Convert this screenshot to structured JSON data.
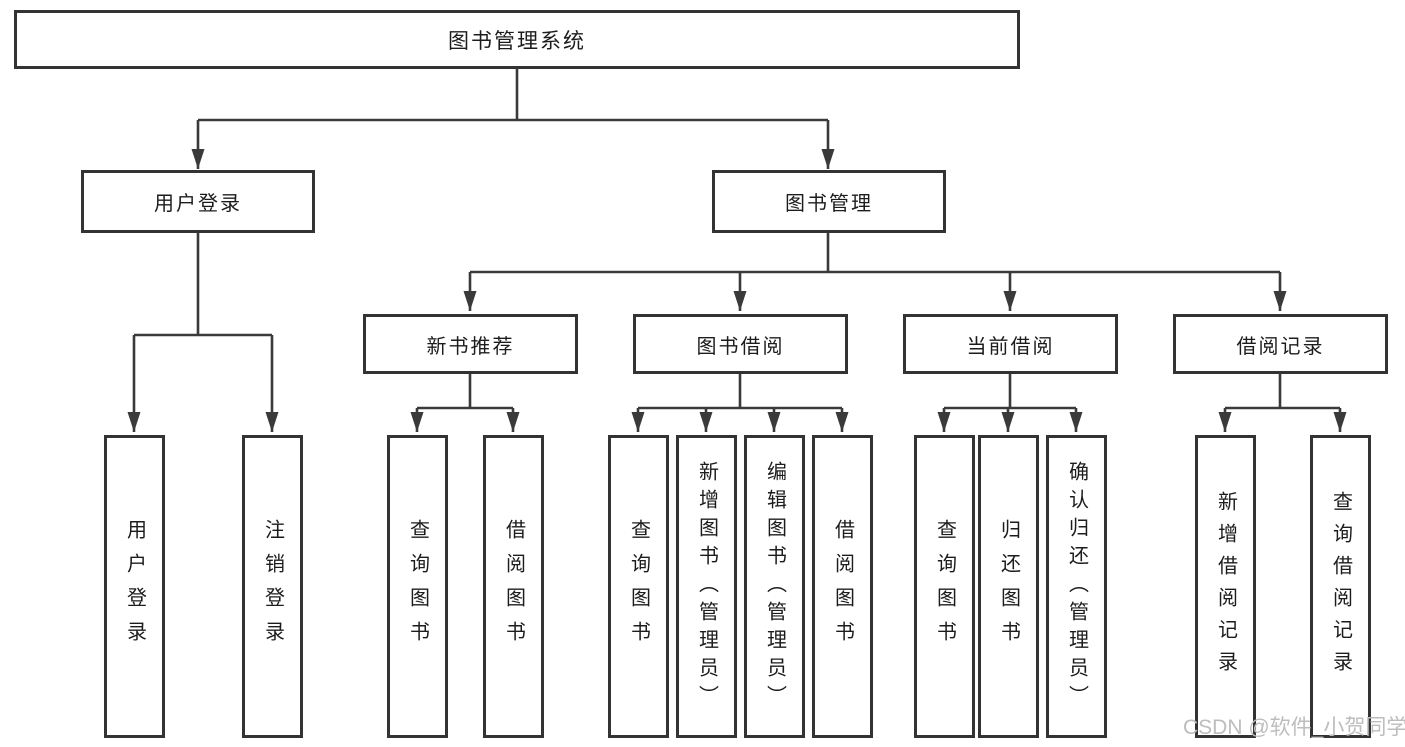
{
  "tree": {
    "root": {
      "label": "图书管理系统"
    },
    "children": [
      {
        "label": "用户登录",
        "children": [
          {
            "label": "用户登录"
          },
          {
            "label": "注销登录"
          }
        ]
      },
      {
        "label": "图书管理",
        "children": [
          {
            "label": "新书推荐",
            "children": [
              {
                "label": "查询图书"
              },
              {
                "label": "借阅图书"
              }
            ]
          },
          {
            "label": "图书借阅",
            "children": [
              {
                "label": "查询图书"
              },
              {
                "label": "新增图书（管理员）"
              },
              {
                "label": "编辑图书（管理员）"
              },
              {
                "label": "借阅图书"
              }
            ]
          },
          {
            "label": "当前借阅",
            "children": [
              {
                "label": "查询图书"
              },
              {
                "label": "归还图书"
              },
              {
                "label": "确认归还（管理员）"
              }
            ]
          },
          {
            "label": "借阅记录",
            "children": [
              {
                "label": "新增借阅记录"
              },
              {
                "label": "查询借阅记录"
              }
            ]
          }
        ]
      }
    ]
  },
  "watermark": {
    "text": "CSDN @软件_小贺同学"
  },
  "colors": {
    "line": "#3a3a3a",
    "border": "#333333",
    "text": "#1c1c1c",
    "background": "#ffffff",
    "watermark": "#bdbdbd"
  }
}
